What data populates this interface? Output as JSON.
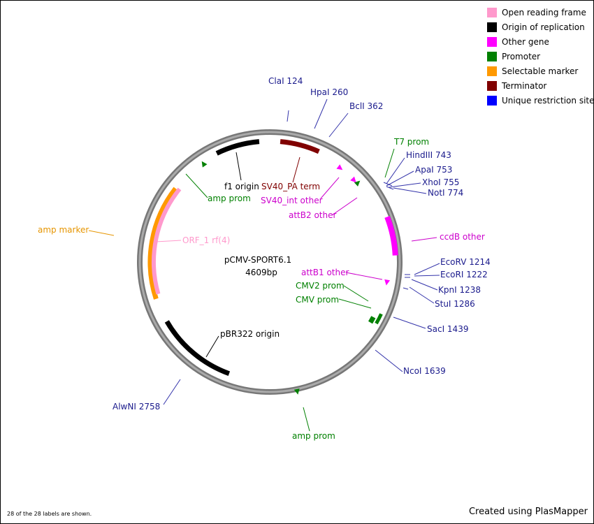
{
  "plasmid": {
    "name": "pCMV-SPORT6.1",
    "size": "4609bp"
  },
  "legend": [
    {
      "label": "Open reading frame",
      "color": "#ff99cc"
    },
    {
      "label": "Origin of replication",
      "color": "#000000"
    },
    {
      "label": "Other gene",
      "color": "#ff00ff"
    },
    {
      "label": "Promoter",
      "color": "#008000"
    },
    {
      "label": "Selectable marker",
      "color": "#ff9900"
    },
    {
      "label": "Terminator",
      "color": "#800000"
    },
    {
      "label": "Unique restriction site",
      "color": "#0000ff"
    }
  ],
  "labels": [
    {
      "text": "ClaI 124",
      "color": "#1a1a8c"
    },
    {
      "text": "HpaI 260",
      "color": "#1a1a8c"
    },
    {
      "text": "BclI 362",
      "color": "#1a1a8c"
    },
    {
      "text": "T7 prom",
      "color": "#008000"
    },
    {
      "text": "HindIII 743",
      "color": "#1a1a8c"
    },
    {
      "text": "ApaI 753",
      "color": "#1a1a8c"
    },
    {
      "text": "XhoI 755",
      "color": "#1a1a8c"
    },
    {
      "text": "NotI 774",
      "color": "#1a1a8c"
    },
    {
      "text": "ccdB other",
      "color": "#cc00cc"
    },
    {
      "text": "EcoRV 1214",
      "color": "#1a1a8c"
    },
    {
      "text": "EcoRI 1222",
      "color": "#1a1a8c"
    },
    {
      "text": "KpnI 1238",
      "color": "#1a1a8c"
    },
    {
      "text": "StuI 1286",
      "color": "#1a1a8c"
    },
    {
      "text": "SacI 1439",
      "color": "#1a1a8c"
    },
    {
      "text": "NcoI 1639",
      "color": "#1a1a8c"
    },
    {
      "text": "amp prom",
      "color": "#008000"
    },
    {
      "text": "AlwNI 2758",
      "color": "#1a1a8c"
    },
    {
      "text": "amp marker",
      "color": "#e69500"
    },
    {
      "text": "f1 origin",
      "color": "#000000"
    },
    {
      "text": "SV40_PA term",
      "color": "#800000"
    },
    {
      "text": "SV40_int other",
      "color": "#cc00cc"
    },
    {
      "text": "attB2 other",
      "color": "#cc00cc"
    },
    {
      "text": "amp prom",
      "color": "#008000"
    },
    {
      "text": "ORF_1 rf(4)",
      "color": "#ff99cc"
    },
    {
      "text": "attB1 other",
      "color": "#cc00cc"
    },
    {
      "text": "CMV2 prom",
      "color": "#008000"
    },
    {
      "text": "CMV prom",
      "color": "#008000"
    },
    {
      "text": "pBR322 origin",
      "color": "#000000"
    }
  ],
  "footer": {
    "count_text": "28 of the 28 labels are shown.",
    "credit": "Created using PlasMapper"
  }
}
